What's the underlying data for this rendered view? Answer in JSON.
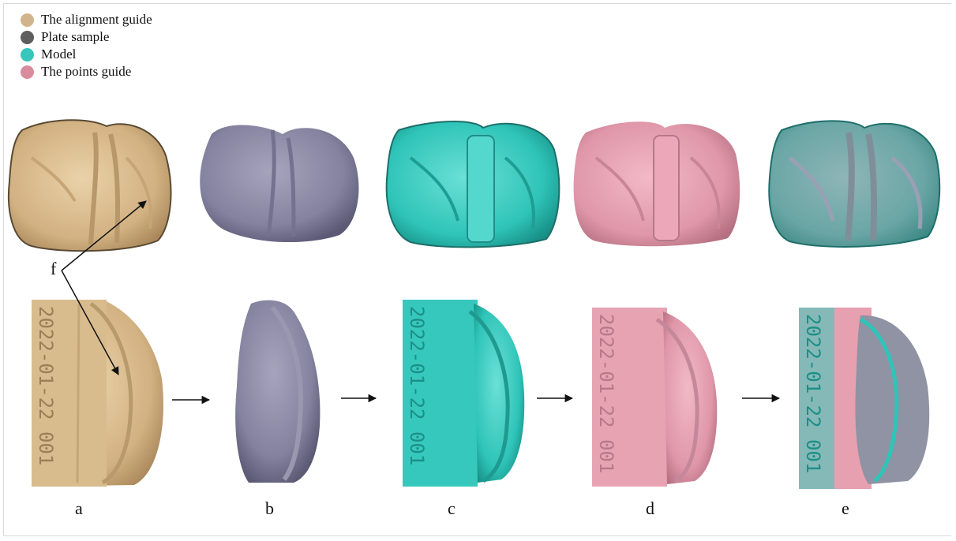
{
  "legend": [
    {
      "label": "The alignment guide",
      "color": "#d7b98a"
    },
    {
      "label": "Plate sample",
      "color": "#666666"
    },
    {
      "label": "Model",
      "color": "#3dc7bd"
    },
    {
      "label": "The points guide",
      "color": "#d98c9d"
    }
  ],
  "panel_labels": {
    "a": "a",
    "b": "b",
    "c": "c",
    "d": "d",
    "e": "e",
    "f": "f"
  },
  "engraved_text": "2022-01-22 001",
  "colors": {
    "alignment_guide": "#d7b98a",
    "plate_sample": "#8c8aa6",
    "model": "#3dc7bd",
    "points_guide": "#e39aac"
  }
}
